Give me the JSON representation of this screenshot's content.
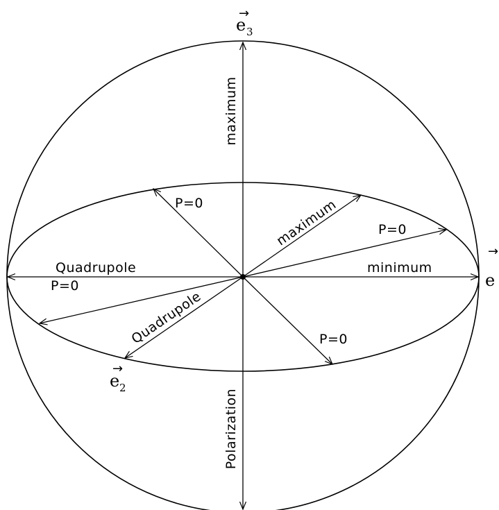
{
  "colors": {
    "ink": "#000000",
    "background": "#ffffff"
  },
  "axes": {
    "e1": {
      "symbol": "e",
      "vector_mark": "→"
    },
    "e2": {
      "symbol": "e",
      "subscript": "2",
      "vector_mark": "→"
    },
    "e3": {
      "symbol": "e",
      "subscript": "3",
      "vector_mark": "→"
    }
  },
  "labels": {
    "vertical_top": "maximum",
    "vertical_bottom": "Polarization",
    "horizontal_left": "Quadrupole",
    "horizontal_right": "minimum",
    "diag_upper_right": "maximum",
    "diag_lower_left": "Quadrupole",
    "p_upper_left": "P=0",
    "p_right": "P=0",
    "p_left": "P=0",
    "p_lower_right": "P=0"
  }
}
